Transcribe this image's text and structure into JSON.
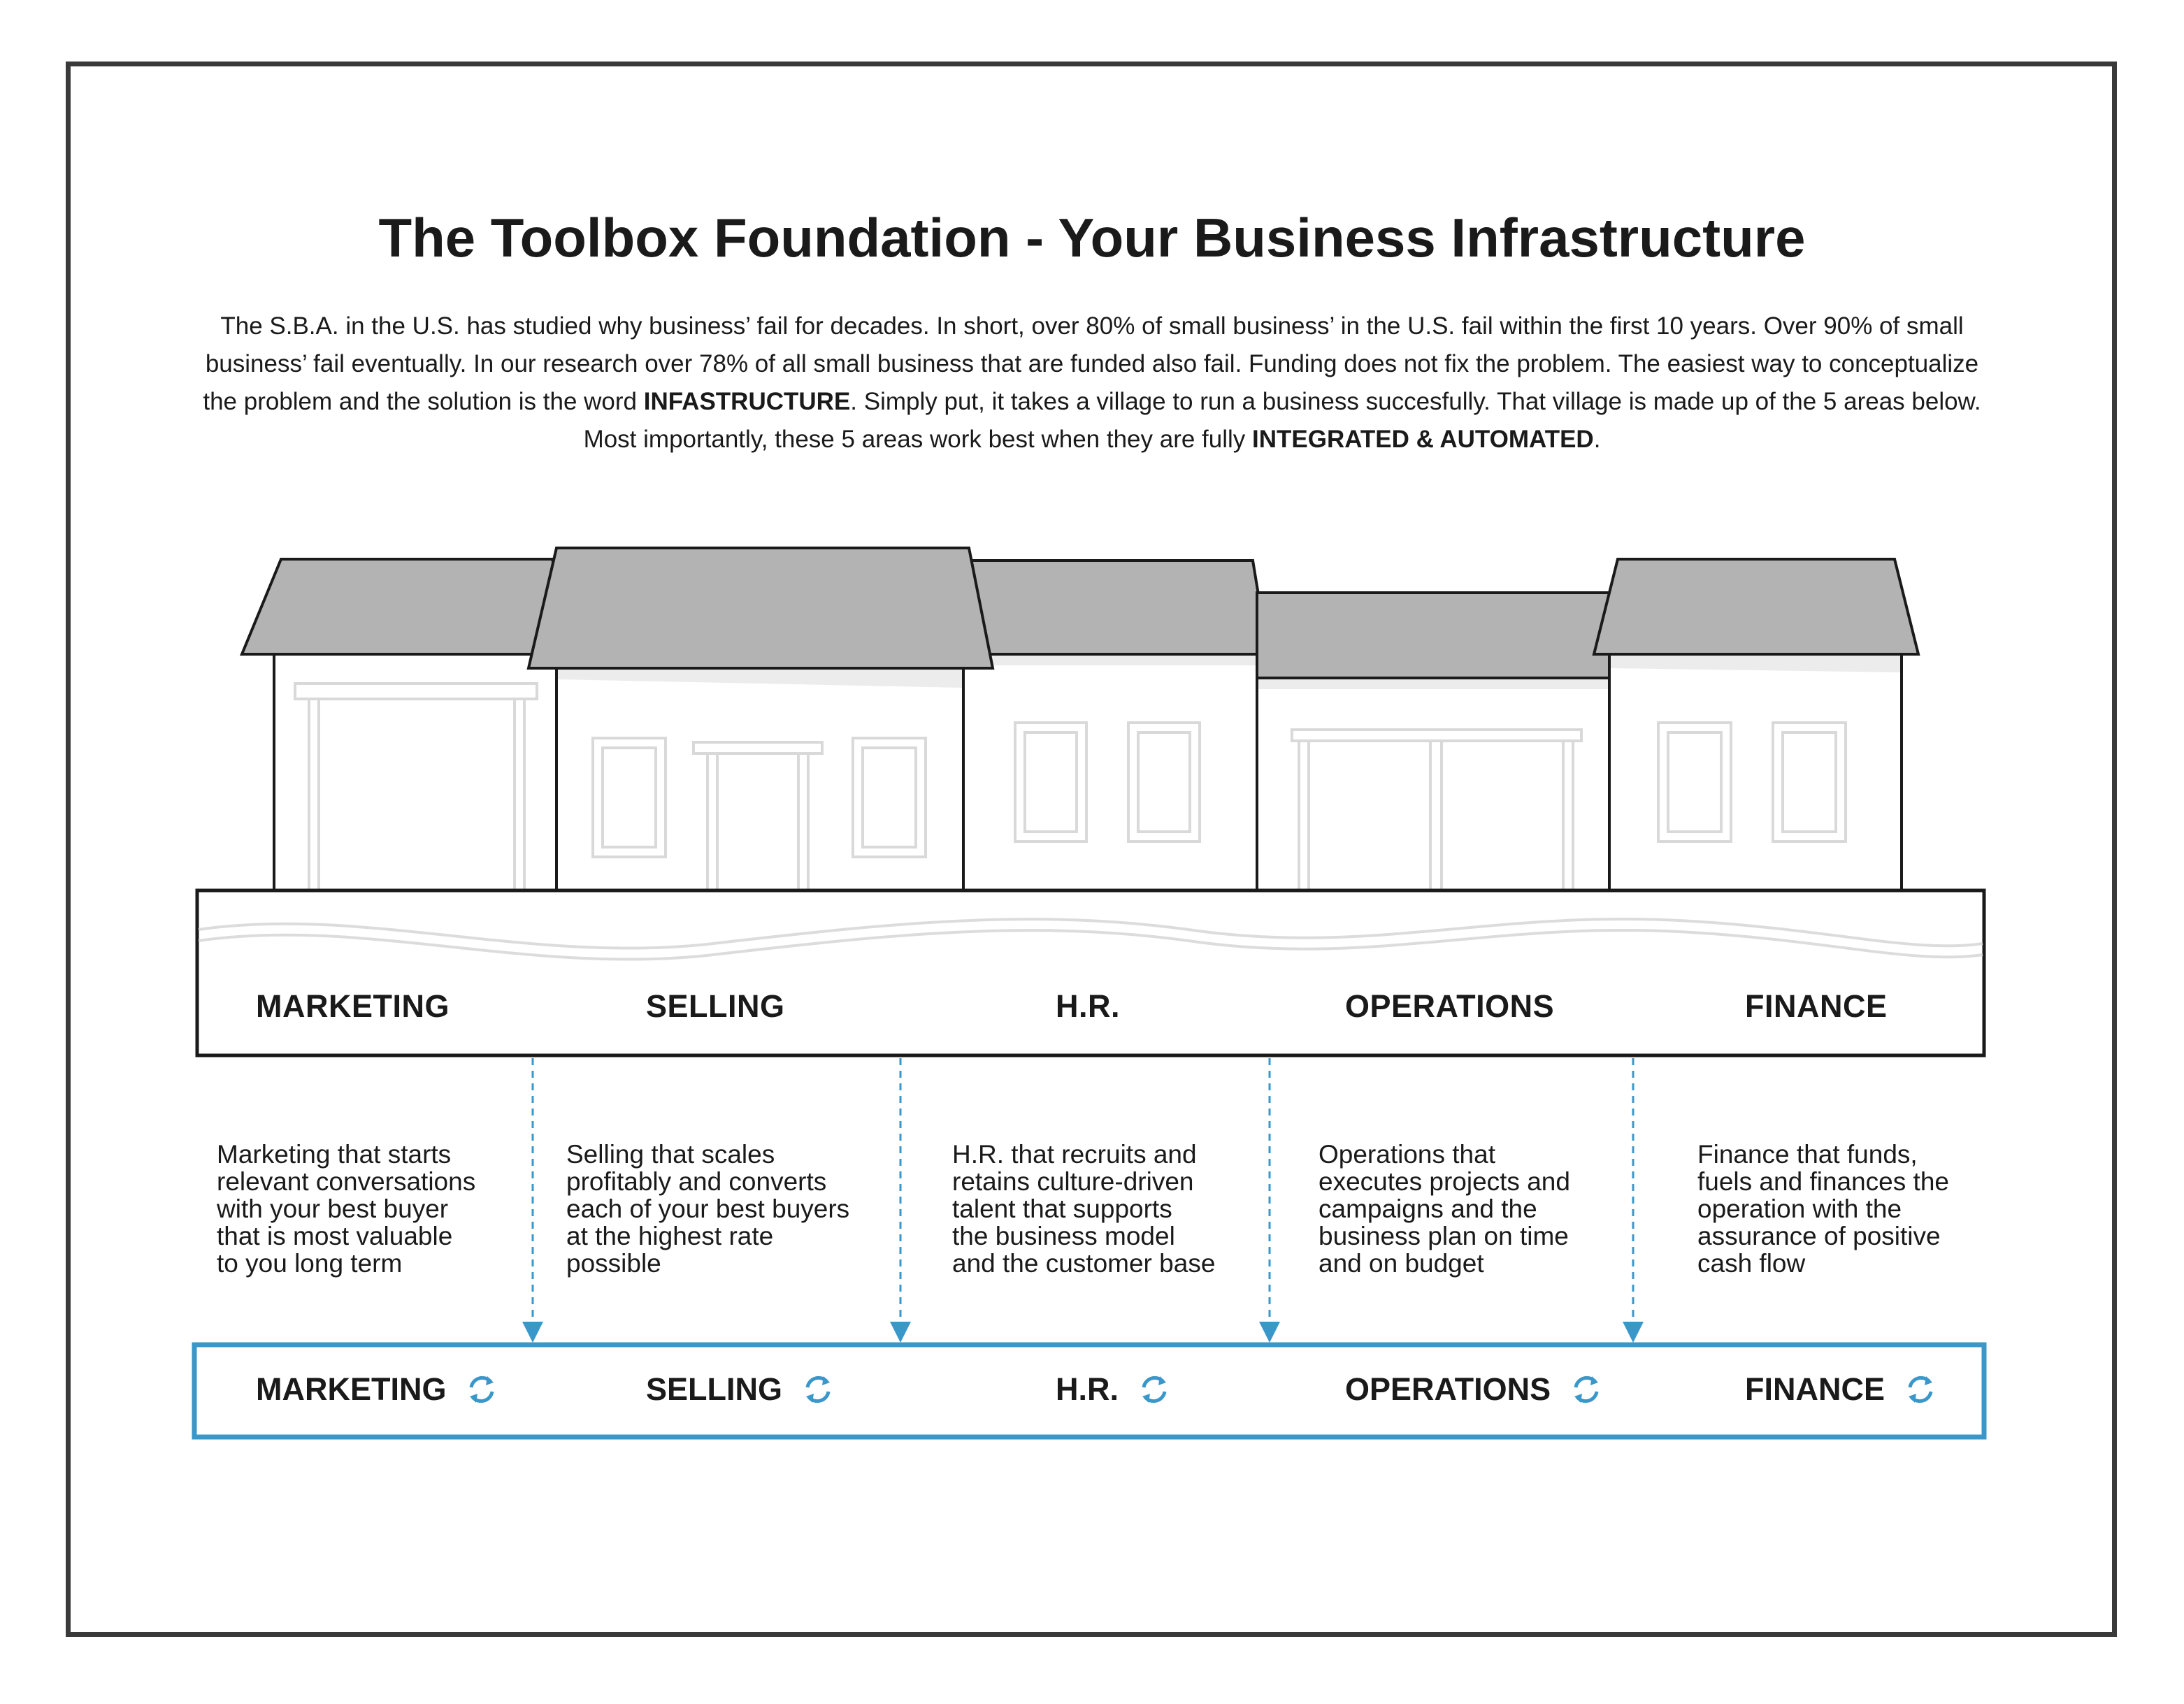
{
  "title": "The Toolbox Foundation - Your Business Infrastructure",
  "intro": {
    "part1": "The S.B.A. in the U.S. has studied why business’ fail for decades. In short, over 80% of small business’ in the U.S. fail within the first 10 years. Over 90% of small business’ fail eventually. In our research over 78% of all small business that are funded also fail. Funding does not fix the problem. The easiest way to conceptualize the problem and the solution is the word ",
    "bold1": "INFASTRUCTURE",
    "part2": ". Simply put, it takes a village to run a business succesfully. That village is made up of the 5 areas below. Most importantly, these 5 areas work best when they are fully ",
    "bold2": "INTEGRATED & AUTOMATED",
    "part3": "."
  },
  "areas": [
    {
      "label": "MARKETING",
      "description": "Marketing that starts\nrelevant conversations\nwith your best buyer\nthat is most valuable\nto you long term",
      "icon": "sync-icon"
    },
    {
      "label": "SELLING",
      "description": "Selling that scales\nprofitably and converts\neach of your best buyers\nat the highest rate\npossible",
      "icon": "sync-icon"
    },
    {
      "label": "H.R.",
      "description": "H.R. that recruits and\nretains culture-driven\ntalent that supports\nthe business model\nand the customer base",
      "icon": "sync-icon"
    },
    {
      "label": "OPERATIONS",
      "description": "Operations that\nexecutes projects and\ncampaigns and the\nbusiness plan on time\nand on budget",
      "icon": "sync-icon"
    },
    {
      "label": "FINANCE",
      "description": "Finance that funds,\nfuels and finances the\noperation with the\nassurance of positive\ncash flow",
      "icon": "sync-icon"
    }
  ],
  "colors": {
    "frame": "#3a3a3a",
    "roof": "#b3b3b3",
    "outline": "#1a1a1a",
    "accent_blue": "#3a97c9",
    "detail_gray": "#d9d9d9"
  }
}
